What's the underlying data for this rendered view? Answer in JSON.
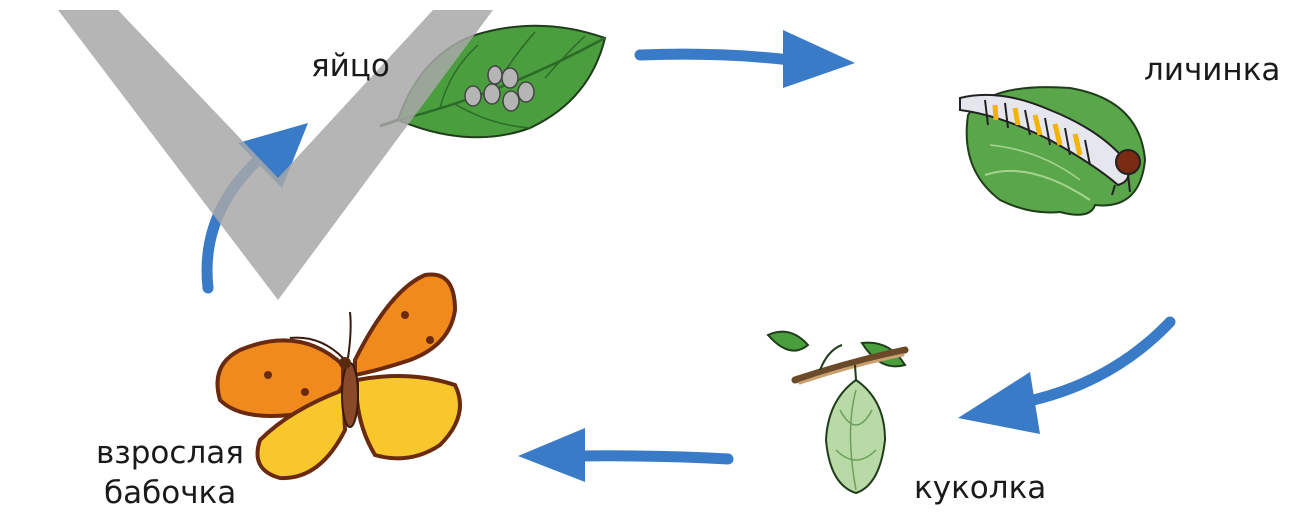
{
  "stages": {
    "egg": "яйцо",
    "larva": "личинка",
    "pupa": "куколка",
    "adult": {
      "line1": "взрослая",
      "line2": "бабочка"
    }
  },
  "colors": {
    "arrow": "#3a7bc8",
    "watermark": "#a8a8a8",
    "leaf": "#3f9a3a",
    "leaf_dark": "#2f7a2c",
    "egg": "#a8a8a8",
    "larva_body": "#e8e8f0",
    "larva_spots": "#f2b400",
    "pupa": "#b9d9a6",
    "butterfly_orange": "#f08a1c",
    "butterfly_yellow": "#f7c72c",
    "butterfly_edge": "#6a2a10"
  },
  "icons": [
    "leaf-with-eggs-icon",
    "caterpillar-icon",
    "chrysalis-icon",
    "butterfly-icon",
    "arrow-icon",
    "watermark-check-icon"
  ]
}
